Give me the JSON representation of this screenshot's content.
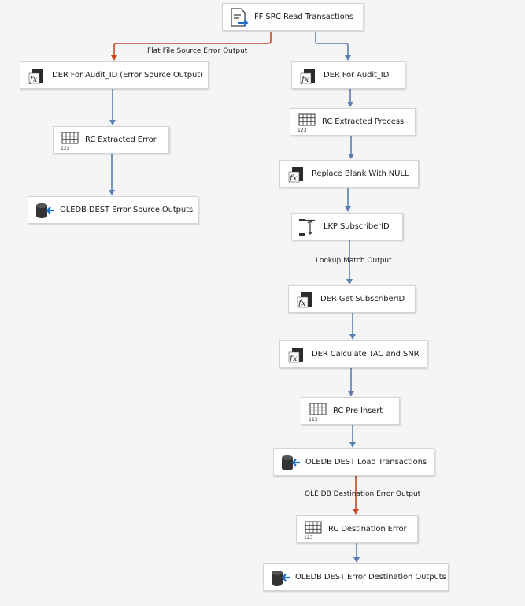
{
  "colors": {
    "canvas": "#f5f5f5",
    "data_path": "#5a7fb0",
    "error_path": "#c8461f"
  },
  "nodes": [
    {
      "id": "ff-src-read-transactions",
      "label": "FF SRC Read Transactions",
      "icon": "flat-file-source-icon"
    },
    {
      "id": "der-audit-error",
      "label": "DER For Audit_ID (Error Source Output)",
      "icon": "derived-column-icon"
    },
    {
      "id": "der-audit",
      "label": "DER For Audit_ID",
      "icon": "derived-column-icon"
    },
    {
      "id": "rc-extracted-error",
      "label": "RC Extracted Error",
      "icon": "row-count-icon"
    },
    {
      "id": "rc-extracted-process",
      "label": "RC Extracted Process",
      "icon": "row-count-icon"
    },
    {
      "id": "oledb-dest-error-source",
      "label": "OLEDB DEST Error Source Outputs",
      "icon": "oledb-destination-icon"
    },
    {
      "id": "replace-blank-null",
      "label": "Replace Blank With NULL",
      "icon": "derived-column-icon"
    },
    {
      "id": "lkp-subscriber",
      "label": "LKP SubscriberID",
      "icon": "lookup-icon"
    },
    {
      "id": "der-get-subscriber",
      "label": "DER Get SubscriberID",
      "icon": "derived-column-icon"
    },
    {
      "id": "der-calc-tac-snr",
      "label": "DER Calculate TAC and SNR",
      "icon": "derived-column-icon"
    },
    {
      "id": "rc-pre-insert",
      "label": "RC Pre Insert",
      "icon": "row-count-icon"
    },
    {
      "id": "oledb-dest-load",
      "label": "OLEDB DEST Load Transactions",
      "icon": "oledb-destination-icon"
    },
    {
      "id": "rc-destination-error",
      "label": "RC Destination Error",
      "icon": "row-count-icon"
    },
    {
      "id": "oledb-dest-error-dest",
      "label": "OLEDB DEST Error Destination Outputs",
      "icon": "oledb-destination-icon"
    }
  ],
  "edge_labels": {
    "flat_file_error": "Flat File Source Error Output",
    "lookup_match": "Lookup Match Output",
    "oledb_error": "OLE DB Destination Error Output"
  }
}
